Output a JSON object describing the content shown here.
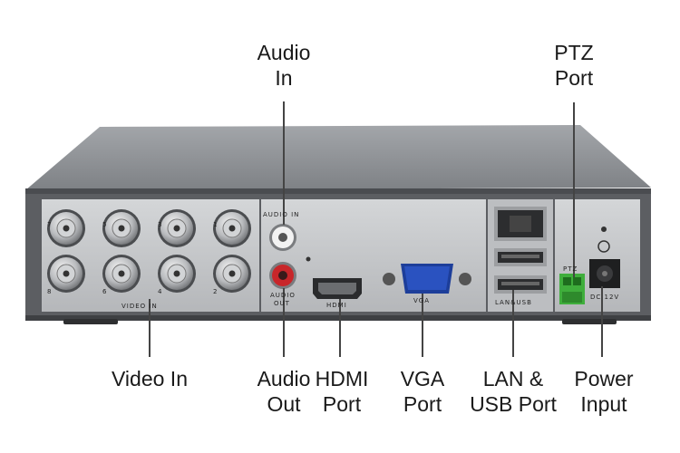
{
  "callouts": {
    "audio_in": [
      "Audio",
      "In"
    ],
    "ptz_port": [
      "PTZ",
      "Port"
    ],
    "video_in": [
      "Video In"
    ],
    "audio_out": [
      "Audio",
      "Out"
    ],
    "hdmi_port": [
      "HDMI",
      "Port"
    ],
    "vga_port": [
      "VGA",
      "Port"
    ],
    "lan_usb_port": [
      "LAN &",
      "USB Port"
    ],
    "power_input": [
      "Power",
      "Input"
    ]
  },
  "panel_labels": {
    "video_in": "VIDEO IN",
    "audio_in": "AUDIO IN",
    "audio_out_1": "AUDIO",
    "audio_out_2": "OUT",
    "hdmi": "HDMI",
    "vga": "VGA",
    "lan_usb": "LAN&USB",
    "ptz": "PTZ",
    "dc": "DC 12V",
    "bnc_numbers_top": [
      "7",
      "5",
      "3",
      "1"
    ],
    "bnc_numbers_bottom": [
      "8",
      "6",
      "4",
      "2"
    ]
  },
  "colors": {
    "device_top": "#8d9095",
    "device_front": "#5c5e62",
    "panel": "#c4c6c9",
    "leader_line": "#444444",
    "terminal_green": "#3fae3c",
    "audio_out_red": "#c8262a"
  }
}
